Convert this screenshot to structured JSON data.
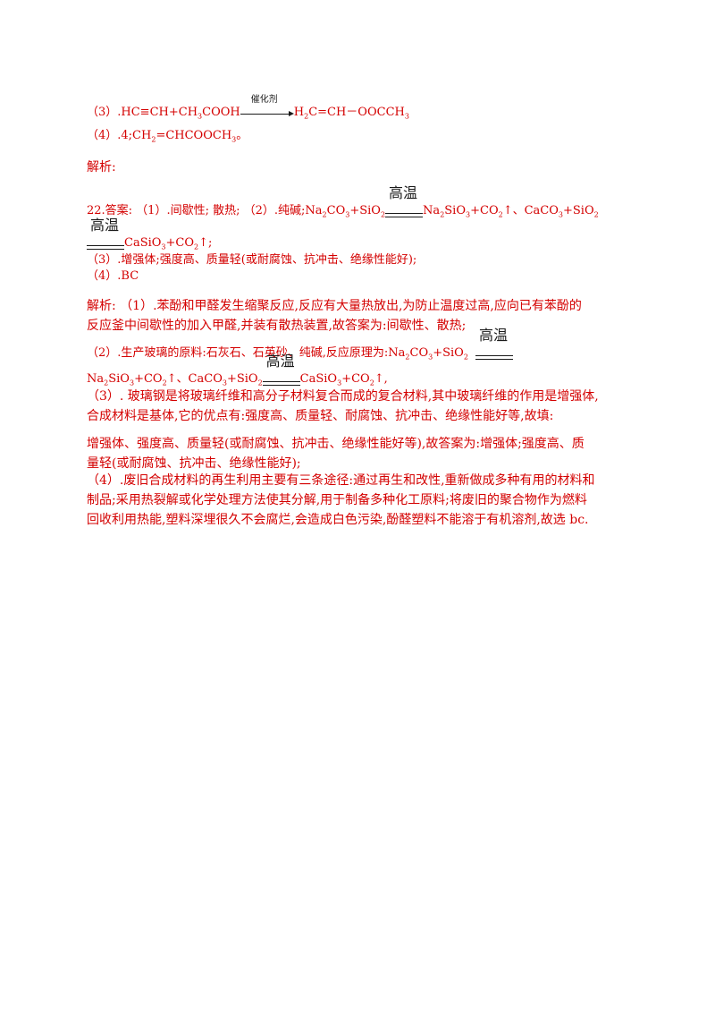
{
  "l1": {
    "pre": "（3）.HC≡CH+CH",
    "s1": "3",
    "mid": "COOH",
    "cat": "催化剂",
    "post1": "H",
    "s2": "2",
    "post2": "C=CH－OOCCH",
    "s3": "3"
  },
  "l2": {
    "pre": "（4）.4;CH",
    "s1": "2",
    "mid": "=CHCOOCH",
    "s2": "3",
    "post": "。"
  },
  "l3": "解析:",
  "l4": {
    "a": "22.答案: （1）.间歇性; 散热; （2）.纯碱;Na",
    "s1": "2",
    "b": "CO",
    "s2": "3",
    "c": "+SiO",
    "s3": "2",
    "ht": "高温",
    "d": "Na",
    "s4": "2",
    "e": "SiO",
    "s5": "3",
    "f": "+CO",
    "s6": "2",
    "g": "↑、CaCO",
    "s7": "3",
    "h": "+SiO",
    "s8": "2"
  },
  "l5": {
    "ht": "高温",
    "a": "CaSiO",
    "s1": "3",
    "b": "+CO",
    "s2": "2",
    "c": "↑;"
  },
  "l6": "（3）.增强体;强度高、质量轻(或耐腐蚀、抗冲击、绝缘性能好);",
  "l7": "（4）.BC",
  "l8": "解析: （1）.苯酚和甲醛发生缩聚反应,反应有大量热放出,为防止温度过高,应向已有苯酚的",
  "l9": "反应釜中间歇性的加入甲醛,并装有散热装置,故答案为:间歇性、散热;",
  "l10": {
    "a": "（2）.生产玻璃的原料:石灰石、石英砂、纯碱,反应原理为:Na",
    "s1": "2",
    "b": "CO",
    "s2": "3",
    "c": "+SiO",
    "s3": "2",
    "ht": "高温"
  },
  "l11": {
    "a": "Na",
    "s1": "2",
    "b": "SiO",
    "s2": "3",
    "c": "+CO",
    "s3": "2",
    "d": "↑、CaCO",
    "s4": "3",
    "e": "+SiO",
    "s5": "2",
    "ht": "高温",
    "f": "CaSiO",
    "s6": "3",
    "g": "+CO",
    "s7": "2",
    "h": "↑,"
  },
  "l12": "（3）. 玻璃钢是将玻璃纤维和高分子材料复合而成的复合材料,其中玻璃纤维的作用是增强体,",
  "l13": "合成材料是基体,它的优点有:强度高、质量轻、耐腐蚀、抗冲击、绝缘性能好等,故填:",
  "l14": "增强体、强度高、质量轻(或耐腐蚀、抗冲击、绝缘性能好等),故答案为:增强体;强度高、质",
  "l15": "量轻(或耐腐蚀、抗冲击、绝缘性能好);",
  "l16": "（4）.废旧合成材料的再生利用主要有三条途径:通过再生和改性,重新做成多种有用的材料和",
  "l17": "制品;采用热裂解或化学处理方法使其分解,用于制备多种化工原料;将废旧的聚合物作为燃料",
  "l18": "回收利用热能,塑料深埋很久不会腐烂,会造成白色污染,酚醛塑料不能溶于有机溶剂,故选 bc."
}
